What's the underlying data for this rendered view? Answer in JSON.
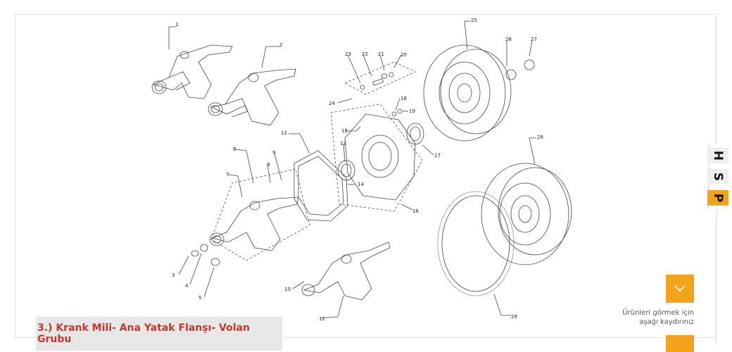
{
  "diagram": {
    "part_numbers": [
      "1",
      "2",
      "3",
      "4",
      "5",
      "6",
      "7",
      "8",
      "9",
      "10",
      "11",
      "12",
      "13",
      "14",
      "15",
      "16",
      "17",
      "18",
      "19",
      "20",
      "21",
      "22",
      "23",
      "24",
      "25",
      "26",
      "27",
      "28",
      "29"
    ]
  },
  "caption": {
    "title": "3.) Krank Mili- Ana Yatak Flanşı- Volan Grubu"
  },
  "scroll_hint": {
    "line1": "Ürünleri görmek için",
    "line2": "aşağı kaydırınız"
  },
  "logo": {
    "letters": [
      "H",
      "S",
      "P"
    ]
  },
  "colors": {
    "accent": "#f2a31b",
    "caption_text": "#c0392b",
    "caption_bg": "#e7e7e7"
  },
  "icons": {
    "scroll_button": "chevron-down-icon"
  }
}
